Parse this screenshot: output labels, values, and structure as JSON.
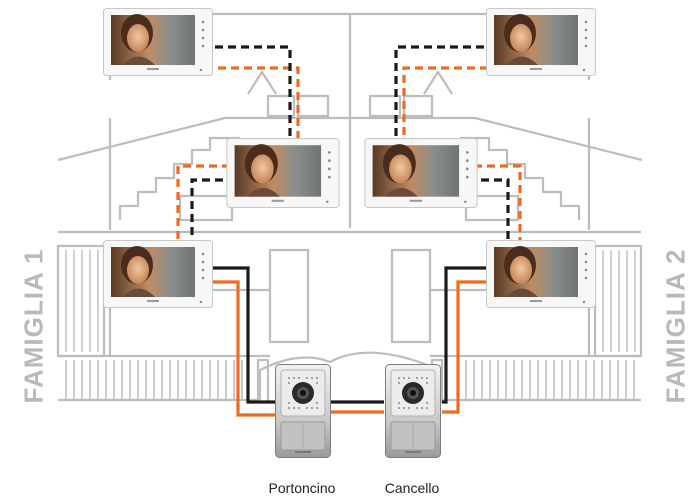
{
  "families": {
    "left": "FAMIGLIA 1",
    "right": "FAMIGLIA 2"
  },
  "entrance_panels": [
    {
      "label": "Portoncino"
    },
    {
      "label": "Cancello"
    }
  ],
  "monitors": [
    {
      "id": "monitor-f1-top"
    },
    {
      "id": "monitor-f1-middle"
    },
    {
      "id": "monitor-f1-bottom"
    },
    {
      "id": "monitor-f2-top"
    },
    {
      "id": "monitor-f2-middle"
    },
    {
      "id": "monitor-f2-bottom"
    }
  ],
  "colors": {
    "building_outline": "#bdbdbd",
    "cable_orange": "#ee6a1e",
    "cable_black": "#1a1a1a",
    "label_gray": "#b9b9b9"
  }
}
